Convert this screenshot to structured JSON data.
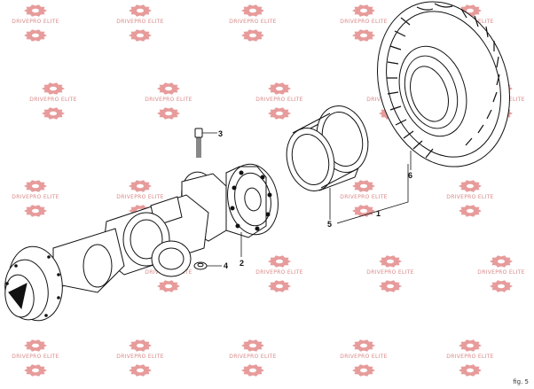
{
  "watermark": {
    "text": "DRIVEPRO ELITE",
    "color": "#e07a7a"
  },
  "callouts": [
    {
      "id": "1",
      "label": "1"
    },
    {
      "id": "2",
      "label": "2"
    },
    {
      "id": "3",
      "label": "3"
    },
    {
      "id": "4",
      "label": "4"
    },
    {
      "id": "5",
      "label": "5"
    },
    {
      "id": "6",
      "label": "6"
    }
  ],
  "corner_text": "fig. 5"
}
